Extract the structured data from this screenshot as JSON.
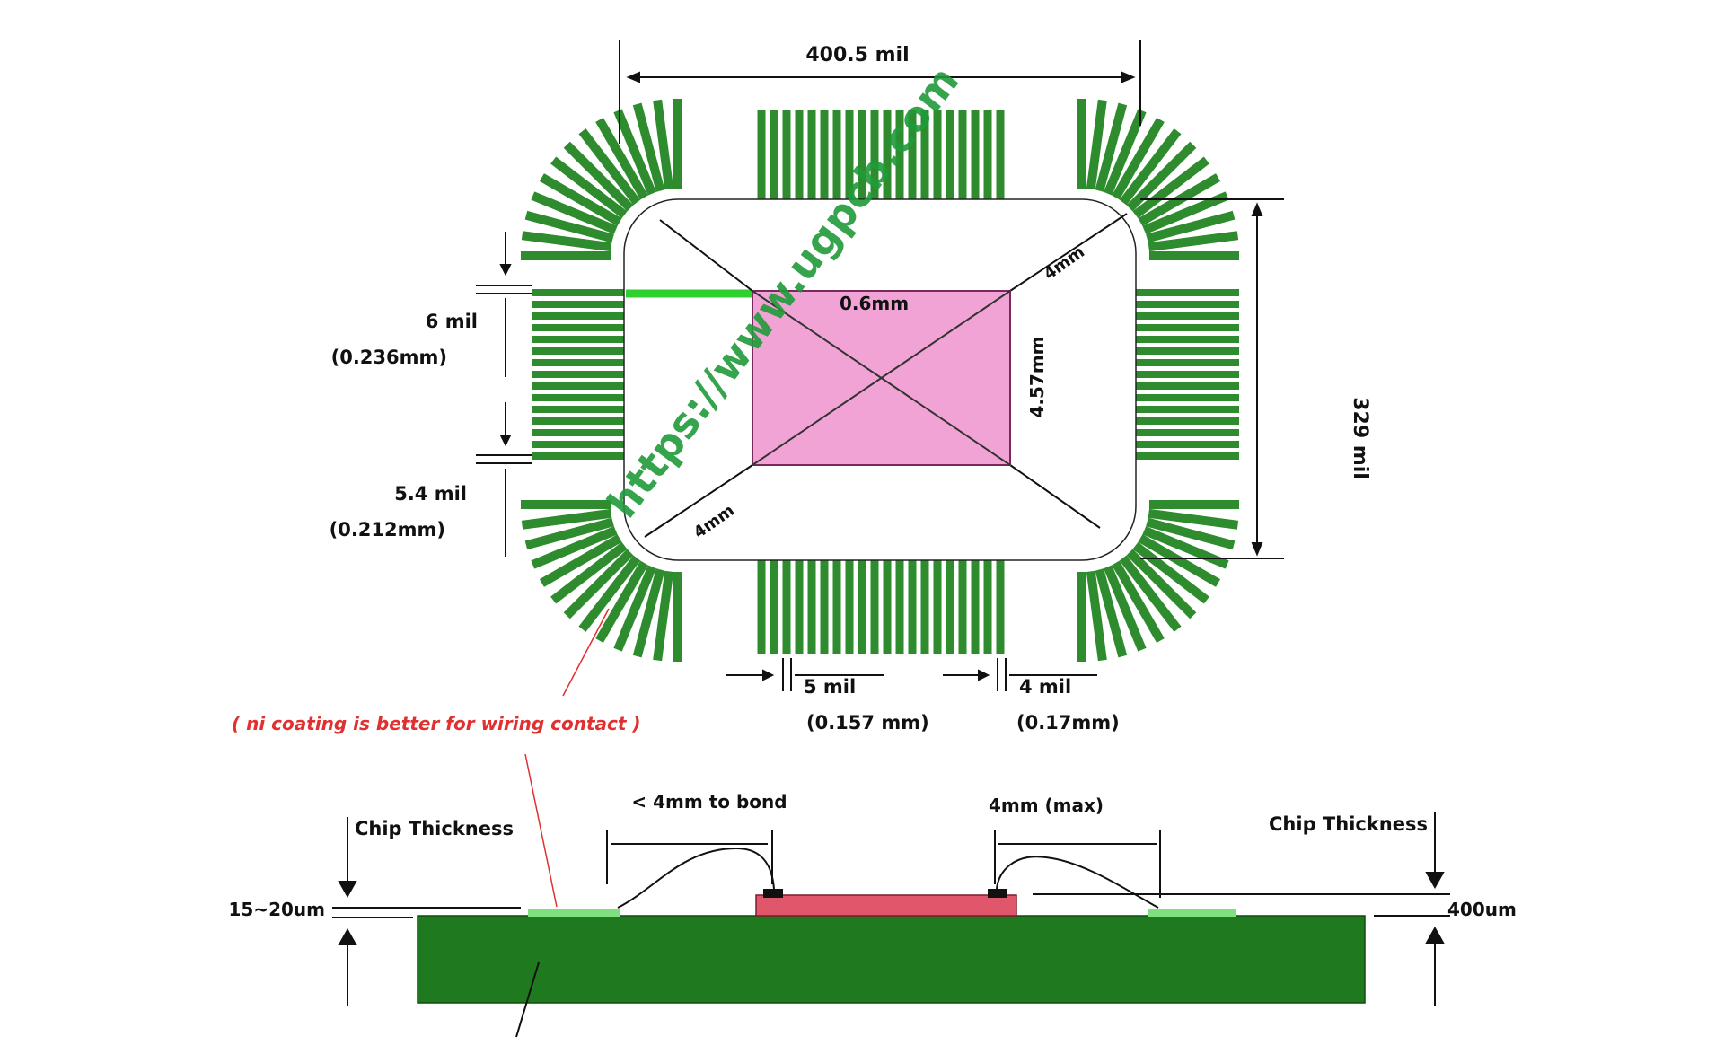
{
  "colors": {
    "pad": "#2e8b2e",
    "pad_light": "#3fa53f",
    "die": "#f2a3d6",
    "die_border": "#7a2a5a",
    "substrate": "#1f7a1f",
    "chip_side": "#e0566b",
    "coating": "#7ee07e",
    "trace_highlight": "#2fd02f",
    "note": "#e03030",
    "watermark": "#1f9a3a",
    "line": "#111111"
  },
  "top_view": {
    "dim_top": "400.5 mil",
    "dim_right": "329 mil",
    "pad_pitch_label": "6 mil",
    "pad_pitch_mm": "(0.236mm)",
    "pad_gap_label": "5.4 mil",
    "pad_gap_mm": "(0.212mm)",
    "die_label": "0.6mm",
    "die_side_label": "4.57mm",
    "corner_label_tr": "4mm",
    "corner_label_bl": "4mm",
    "bottom_left_label": "5 mil",
    "bottom_left_mm": "(0.157 mm)",
    "bottom_right_label": "4 mil",
    "bottom_right_mm": "(0.17mm)"
  },
  "note": "( ni coating is better for wiring contact )",
  "side_view": {
    "left_title": "Chip Thickness",
    "left_value": "15~20um",
    "right_title": "Chip Thickness",
    "right_value": "400um",
    "wire_left_label": "< 4mm to bond",
    "wire_right_label": "4mm (max)"
  },
  "watermark": "https://www.ugpcb.com"
}
